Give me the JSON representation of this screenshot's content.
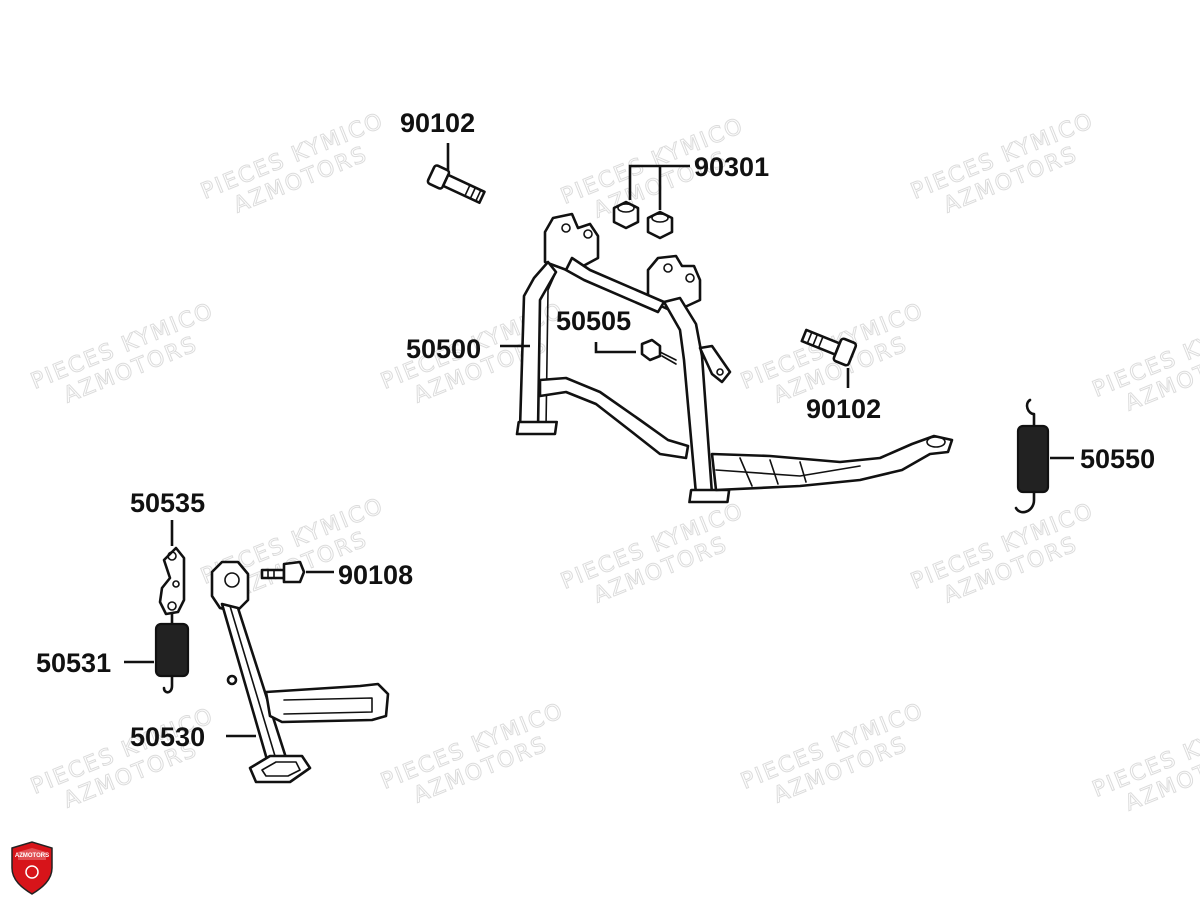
{
  "diagram": {
    "labels": {
      "l90102a": "90102",
      "l90301": "90301",
      "l50500": "50500",
      "l50505": "50505",
      "l90102b": "90102",
      "l50550": "50550",
      "l50535": "50535",
      "l90108": "90108",
      "l50531": "50531",
      "l50530": "50530"
    },
    "watermark": {
      "line1": "PIECES KYMICO",
      "line2": "AZMOTORS"
    },
    "logo": {
      "text": "AZMOTORS",
      "color": "#d7141a"
    }
  }
}
